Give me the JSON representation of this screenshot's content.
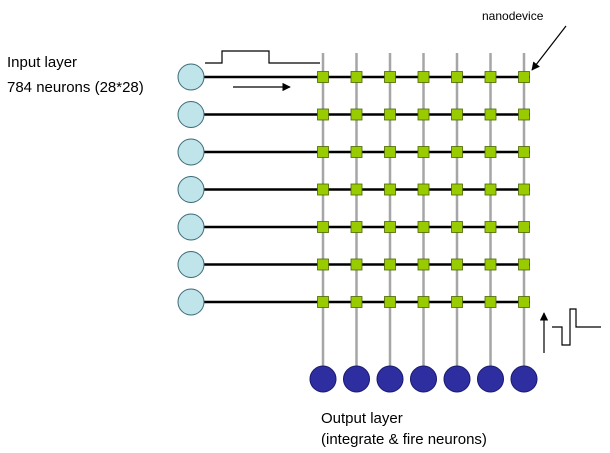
{
  "input_layer": {
    "title": "Input layer",
    "subtitle": "784 neurons (28*28)",
    "neuron_count_drawn": 7
  },
  "output_layer": {
    "title": "Output layer",
    "subtitle": "(integrate & fire neurons)",
    "neuron_count_drawn": 7
  },
  "nanodevice_label": "nanodevice",
  "colors": {
    "input_neuron_fill": "#bfe4ea",
    "input_neuron_stroke": "#3a6a78",
    "output_neuron_fill": "#2e2ea0",
    "output_neuron_stroke": "#1a1a6e",
    "row_wire": "#000000",
    "column_wire": "#a6a6a6",
    "nanodevice_fill": "#99cc00",
    "nanodevice_stroke": "#4a6600",
    "pulse_line": "#000000"
  },
  "icons": {
    "input_pulse": "square-pulse-icon",
    "input_direction": "right-arrow-icon",
    "output_spike": "bipolar-spike-icon",
    "output_direction": "up-arrow-icon",
    "callout": "callout-arrow-icon"
  }
}
